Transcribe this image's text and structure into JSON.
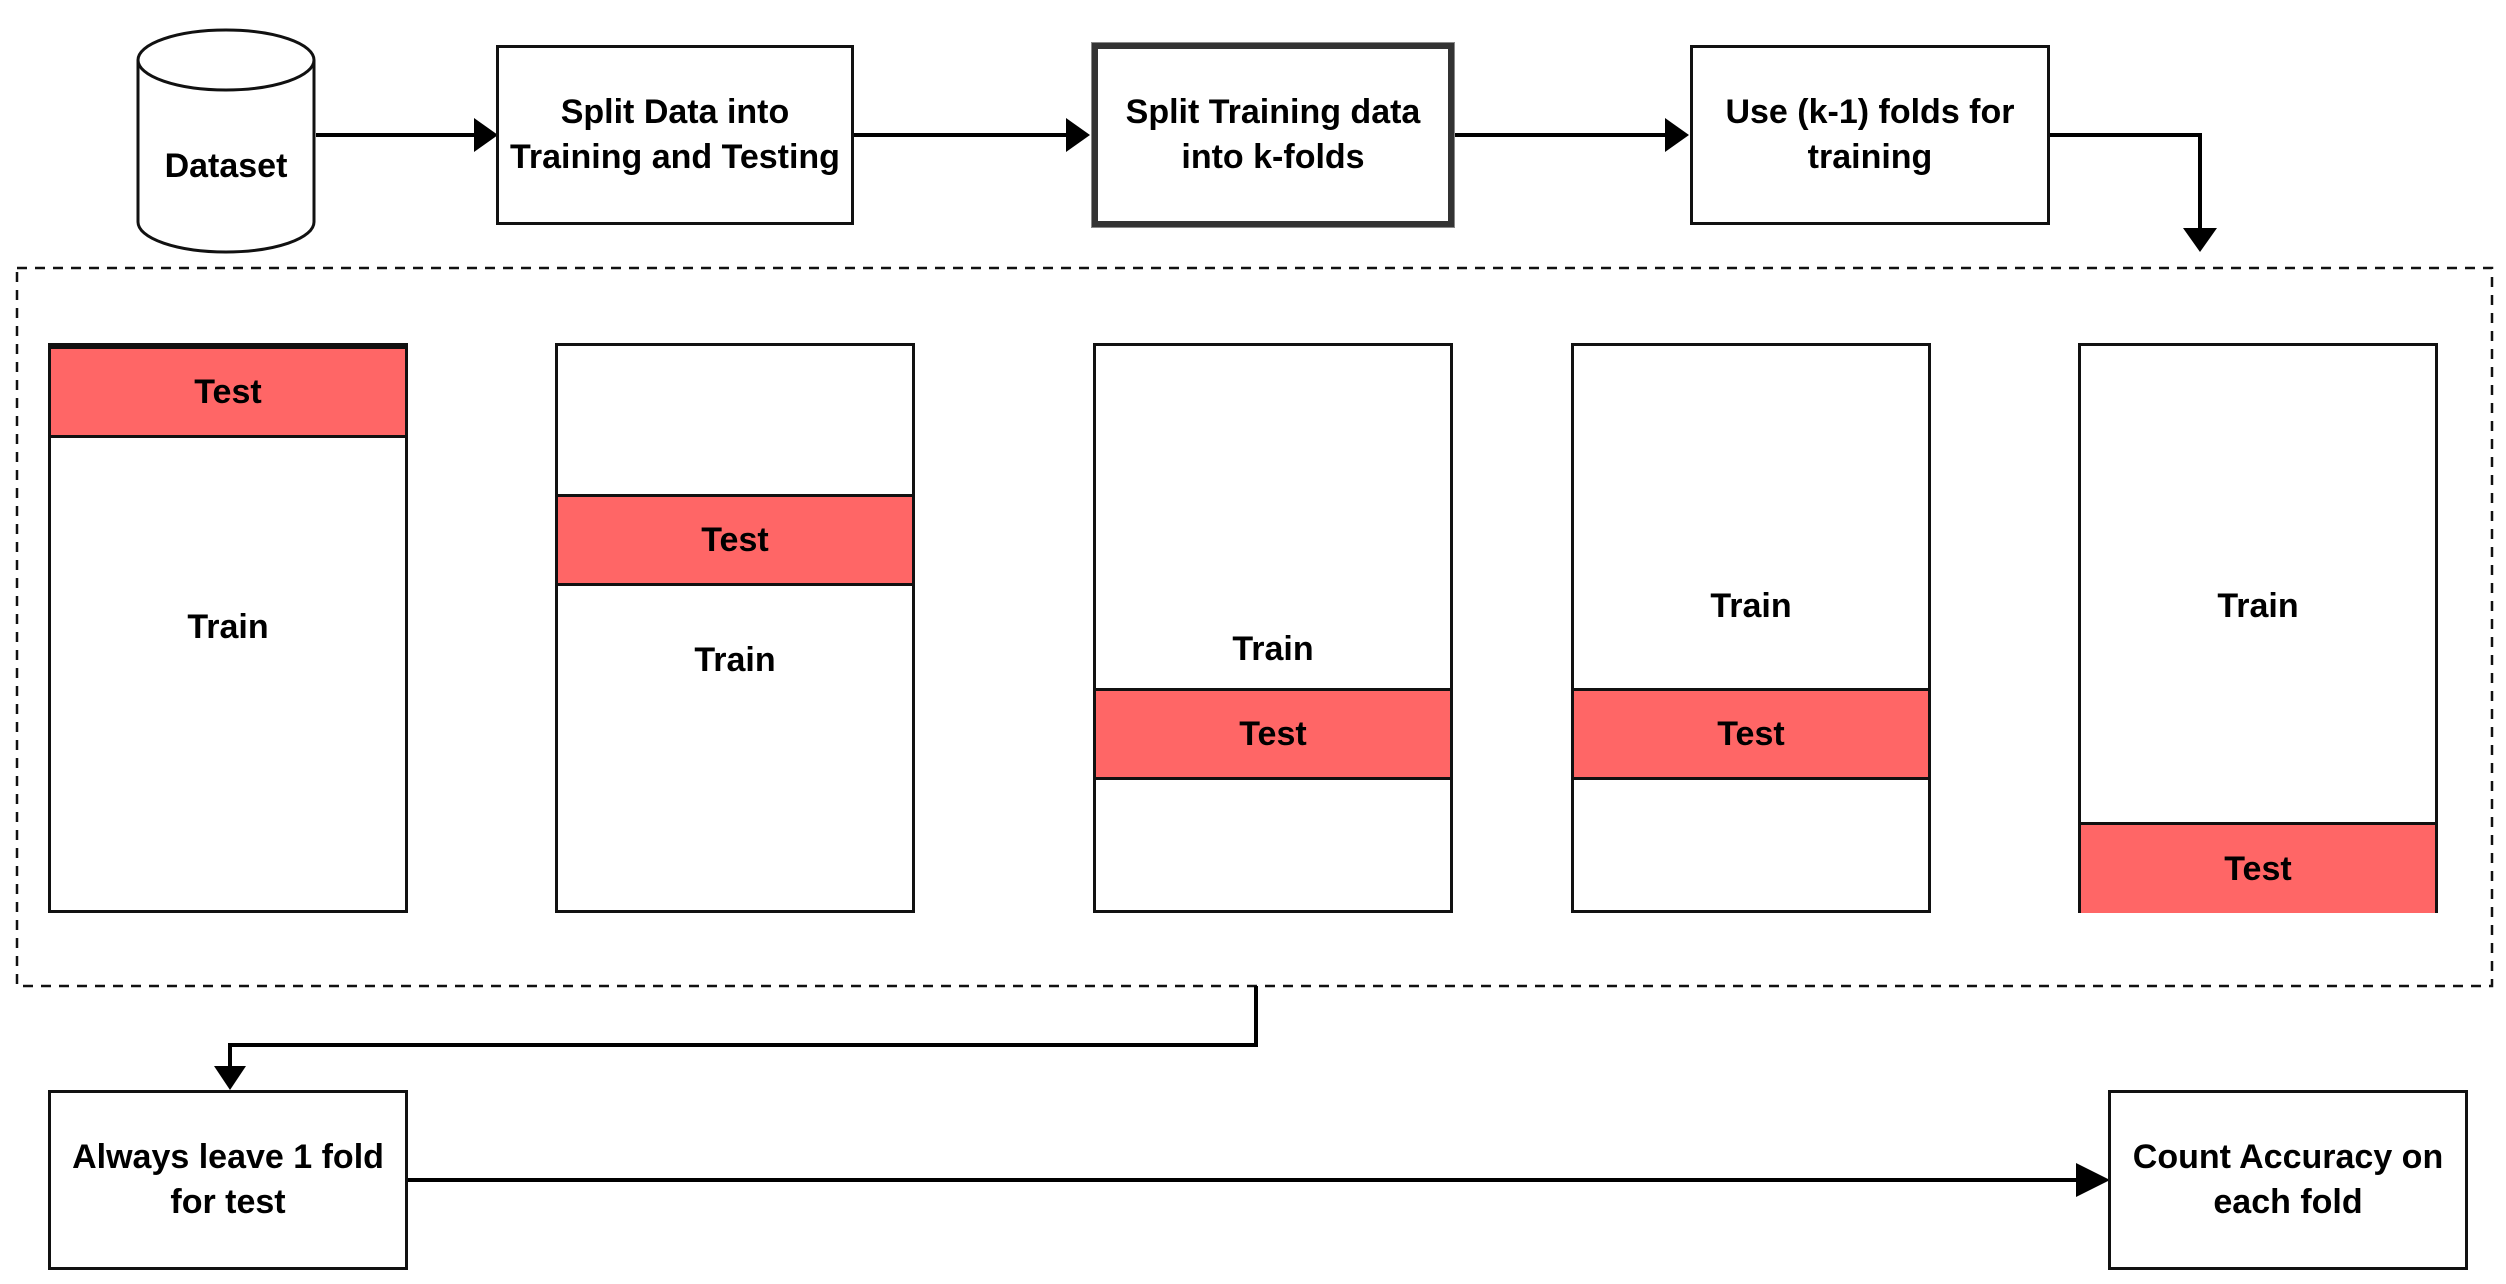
{
  "steps": {
    "dataset": "Dataset",
    "split_train_test": "Split Data into Training and Testing",
    "split_kfolds": "Split Training data into k-folds",
    "use_k_minus_1": "Use (k-1) folds for training",
    "leave_one_fold": "Always leave 1 fold for test",
    "count_accuracy": "Count Accuracy on each fold"
  },
  "folds": [
    {
      "train_label": "Train",
      "test_label": "Test"
    },
    {
      "train_label": "Train",
      "test_label": "Test"
    },
    {
      "train_label": "Train",
      "test_label": "Test"
    },
    {
      "train_label": "Train",
      "test_label": "Test"
    },
    {
      "train_label": "Train",
      "test_label": "Test"
    }
  ],
  "colors": {
    "test_band": "#ff6666",
    "stroke": "#111111",
    "background": "#ffffff"
  }
}
